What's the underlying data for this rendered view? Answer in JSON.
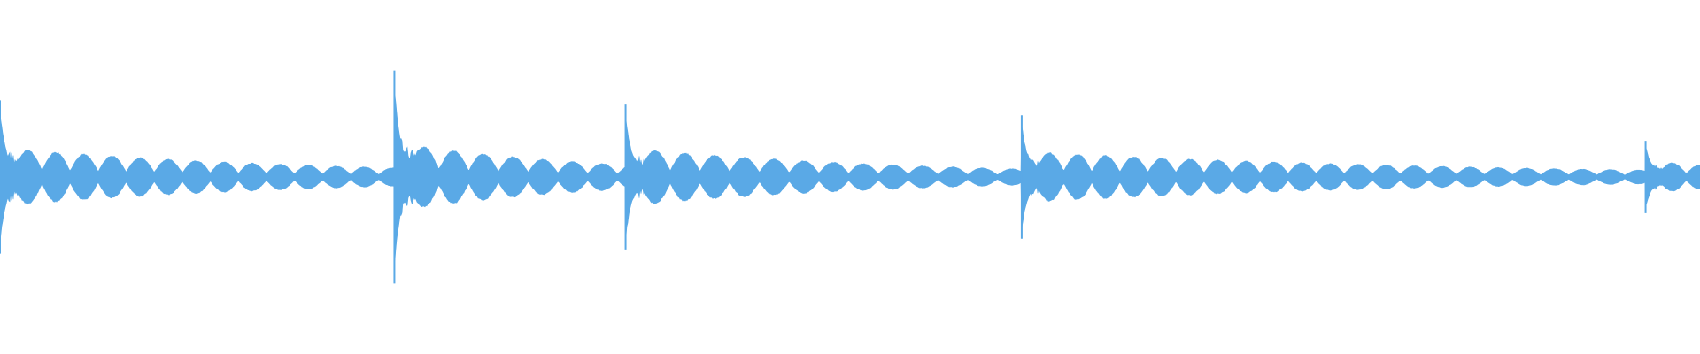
{
  "colors": {
    "background": "#ffffff",
    "waveform": "#5aa9e6"
  },
  "waveform": {
    "duration_fraction_end": 1.0,
    "transients": [
      {
        "t": 0.0,
        "peak": 0.72,
        "ringing": 0.32,
        "decay": 0.2,
        "period": 0.0165
      },
      {
        "t": 0.232,
        "peak": 1.0,
        "ringing": 0.38,
        "decay": 0.13,
        "period": 0.0175
      },
      {
        "t": 0.368,
        "peak": 0.68,
        "ringing": 0.32,
        "decay": 0.18,
        "period": 0.0175
      },
      {
        "t": 0.601,
        "peak": 0.58,
        "ringing": 0.28,
        "decay": 0.28,
        "period": 0.0165
      },
      {
        "t": 0.968,
        "peak": 0.34,
        "ringing": 0.18,
        "decay": 0.1,
        "period": 0.016
      }
    ]
  }
}
